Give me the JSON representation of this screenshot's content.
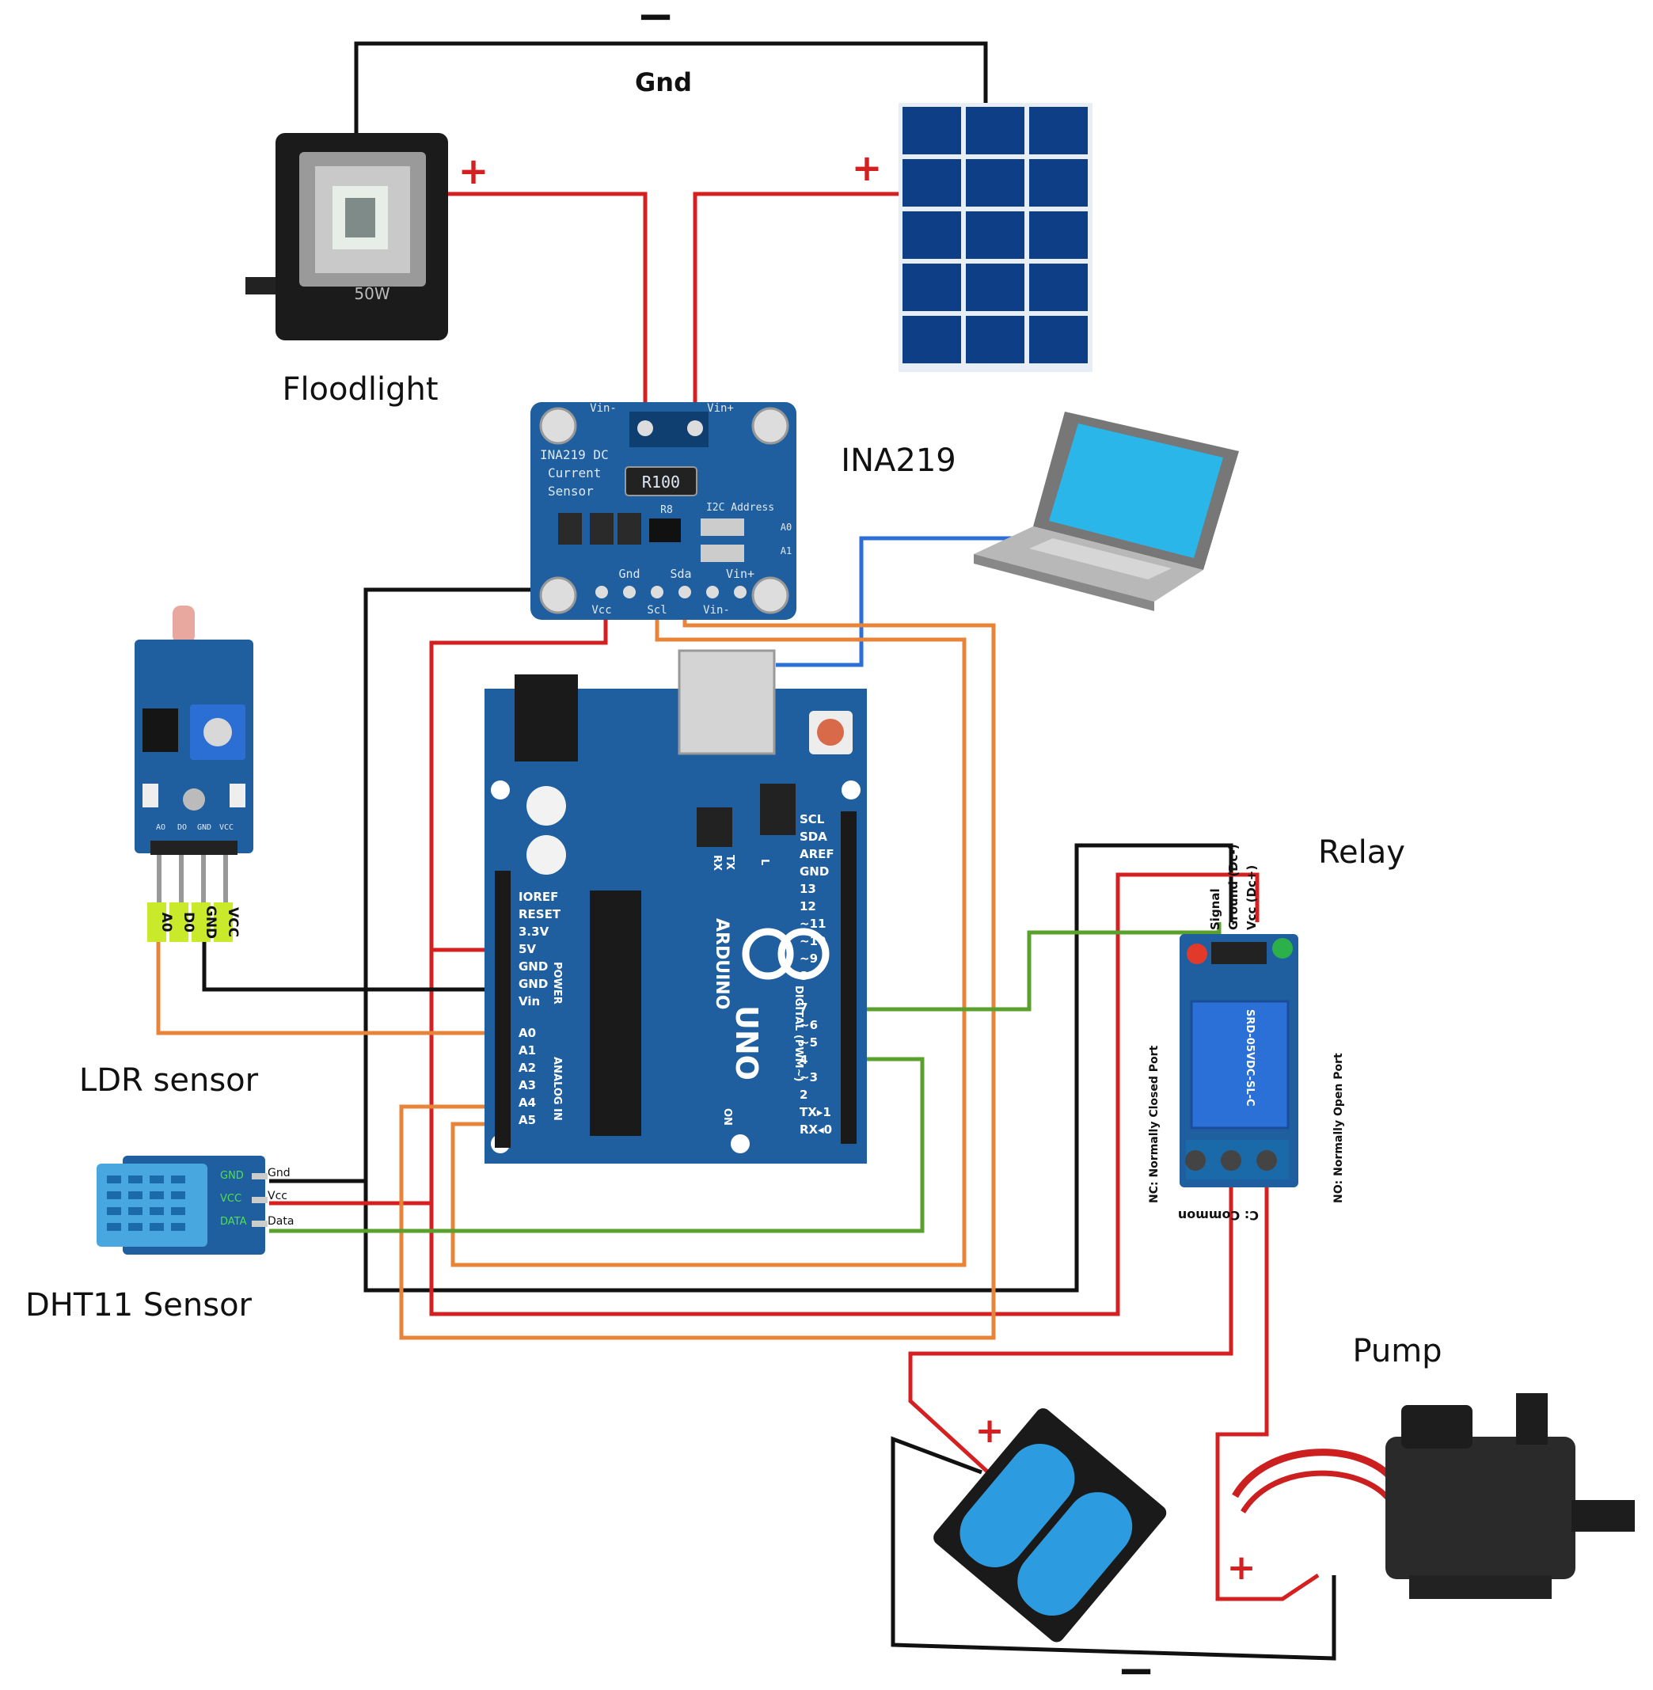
{
  "labels": {
    "gnd_top": "Gnd",
    "minus_top": "−",
    "floodlight": "Floodlight",
    "ina219": "INA219",
    "relay": "Relay",
    "pump": "Pump",
    "ldr": "LDR sensor",
    "dht11": "DHT11 Sensor",
    "minus_bottom": "−",
    "plus": "+"
  },
  "floodlight": {
    "wattage": "50W"
  },
  "ina_board": {
    "title_line1": "INA219 DC",
    "title_line2": "Current",
    "title_line3": "Sensor",
    "resistor": "R100",
    "r_label": "R8",
    "i2c": "I2C Address",
    "a0": "A0",
    "a1": "A1",
    "vin_minus_top": "Vin-",
    "vin_plus_top": "Vin+",
    "gnd": "Gnd",
    "sda": "Sda",
    "vin_plus_bottom": "Vin+",
    "vcc": "Vcc",
    "scl": "Scl",
    "vin_minus_bottom": "Vin-"
  },
  "arduino": {
    "power_pins": [
      "IOREF",
      "RESET",
      "3.3V",
      "5V",
      "GND",
      "GND",
      "Vin"
    ],
    "analog_pins": [
      "A0",
      "A1",
      "A2",
      "A3",
      "A4",
      "A5"
    ],
    "digital_top": [
      "SCL",
      "SDA",
      "AREF",
      "GND",
      "13",
      "12",
      "~11",
      "~10",
      "~9",
      "8"
    ],
    "digital_bottom": [
      "7",
      "~6",
      "~5",
      "4",
      "~3",
      "2",
      "TX▸1",
      "RX◂0"
    ],
    "power_label": "POWER",
    "analog_label": "ANALOG IN",
    "digital_label": "DIGITAL (PWM~)",
    "brand": "ARDUINO",
    "model": "UNO",
    "tx": "TX",
    "rx": "RX",
    "on": "ON",
    "l": "L"
  },
  "ldr_pins": [
    "A0",
    "D0",
    "GND",
    "VCC"
  ],
  "ldr_board_pins": [
    "AO",
    "DO",
    "GND",
    "VCC"
  ],
  "dht_pins": [
    "Gnd",
    "Vcc",
    "Data"
  ],
  "dht_board_pins": [
    "GND",
    "VCC",
    "DATA"
  ],
  "relay_module": {
    "pin_labels": [
      "Signal",
      "Ground (Dc-)",
      "Vcc (Dc+)"
    ],
    "nc": "NC: Normally Closed Port",
    "no": "NO: Normally Open Port",
    "common": "C: Common",
    "part": "SRD-05VDC-SL-C"
  },
  "colors": {
    "board_blue": "#1f5f9f",
    "wire_red": "#d42020",
    "wire_black": "#111111",
    "wire_orange": "#e8843a",
    "wire_green": "#5aa02c",
    "wire_blue": "#2d6fd6",
    "solar_cell": "#0e3f86",
    "battery": "#2d9be0"
  }
}
